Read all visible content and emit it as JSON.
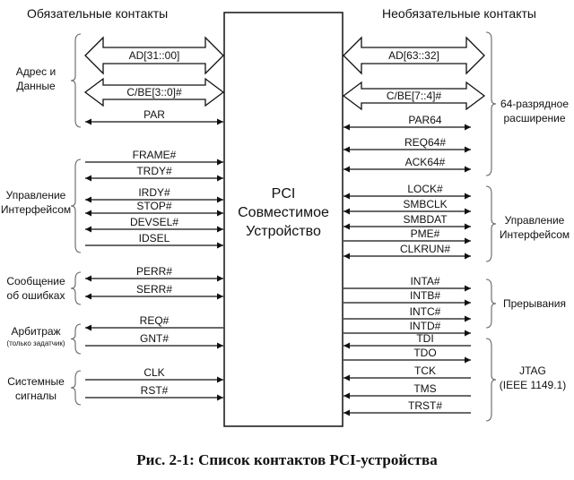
{
  "headings": {
    "left": "Обязательные контакты",
    "right": "Необязательные контакты"
  },
  "device": {
    "line1": "PCI",
    "line2": "Совместимое",
    "line3": "Устройство"
  },
  "left_buses": [
    "AD[31::00]",
    "C/BE[3::0]#"
  ],
  "right_buses": [
    "AD[63::32]",
    "C/BE[7::4]#"
  ],
  "left_signals": [
    {
      "name": "PAR",
      "dir": "both"
    },
    {
      "name": "FRAME#",
      "dir": "in"
    },
    {
      "name": "TRDY#",
      "dir": "both"
    },
    {
      "name": "IRDY#",
      "dir": "both"
    },
    {
      "name": "STOP#",
      "dir": "both"
    },
    {
      "name": "DEVSEL#",
      "dir": "both"
    },
    {
      "name": "IDSEL",
      "dir": "in"
    },
    {
      "name": "PERR#",
      "dir": "both"
    },
    {
      "name": "SERR#",
      "dir": "both"
    },
    {
      "name": "REQ#",
      "dir": "out"
    },
    {
      "name": "GNT#",
      "dir": "in"
    },
    {
      "name": "CLK",
      "dir": "in"
    },
    {
      "name": "RST#",
      "dir": "in"
    }
  ],
  "right_signals": [
    {
      "name": "PAR64",
      "dir": "both"
    },
    {
      "name": "REQ64#",
      "dir": "both"
    },
    {
      "name": "ACK64#",
      "dir": "both"
    },
    {
      "name": "LOCK#",
      "dir": "both"
    },
    {
      "name": "SMBCLK",
      "dir": "both"
    },
    {
      "name": "SMBDAT",
      "dir": "both"
    },
    {
      "name": "PME#",
      "dir": "out"
    },
    {
      "name": "CLKRUN#",
      "dir": "both"
    },
    {
      "name": "INTA#",
      "dir": "out"
    },
    {
      "name": "INTB#",
      "dir": "out"
    },
    {
      "name": "INTC#",
      "dir": "out"
    },
    {
      "name": "INTD#",
      "dir": "out"
    },
    {
      "name": "TDI",
      "dir": "in"
    },
    {
      "name": "TDO",
      "dir": "out"
    },
    {
      "name": "TCK",
      "dir": "in"
    },
    {
      "name": "TMS",
      "dir": "in"
    },
    {
      "name": "TRST#",
      "dir": "in"
    }
  ],
  "left_groups": [
    {
      "label": "Адрес и Данные",
      "lines": [
        "Адрес и",
        "Данные"
      ]
    },
    {
      "label": "Управление Интерфейсом",
      "lines": [
        "Управление",
        "Интерфейсом"
      ]
    },
    {
      "label": "Сообщение об ошибках",
      "lines": [
        "Сообщение",
        "об ошибках"
      ]
    },
    {
      "label": "Арбитраж",
      "lines": [
        "Арбитраж"
      ],
      "note": "(только задатчик)"
    },
    {
      "label": "Системные сигналы",
      "lines": [
        "Системные",
        "сигналы"
      ]
    }
  ],
  "right_groups": [
    {
      "label": "64-разрядное расширение",
      "lines": [
        "64-разрядное",
        "расширение"
      ]
    },
    {
      "label": "Управление Интерфейсом",
      "lines": [
        "Управление",
        "Интерфейсом"
      ]
    },
    {
      "label": "Прерывания",
      "lines": [
        "Прерывания"
      ]
    },
    {
      "label": "JTAG (IEEE 1149.1)",
      "lines": [
        "JTAG",
        "(IEEE 1149.1)"
      ]
    }
  ],
  "caption": "Рис. 2-1: Список контактов PCI-устройства"
}
